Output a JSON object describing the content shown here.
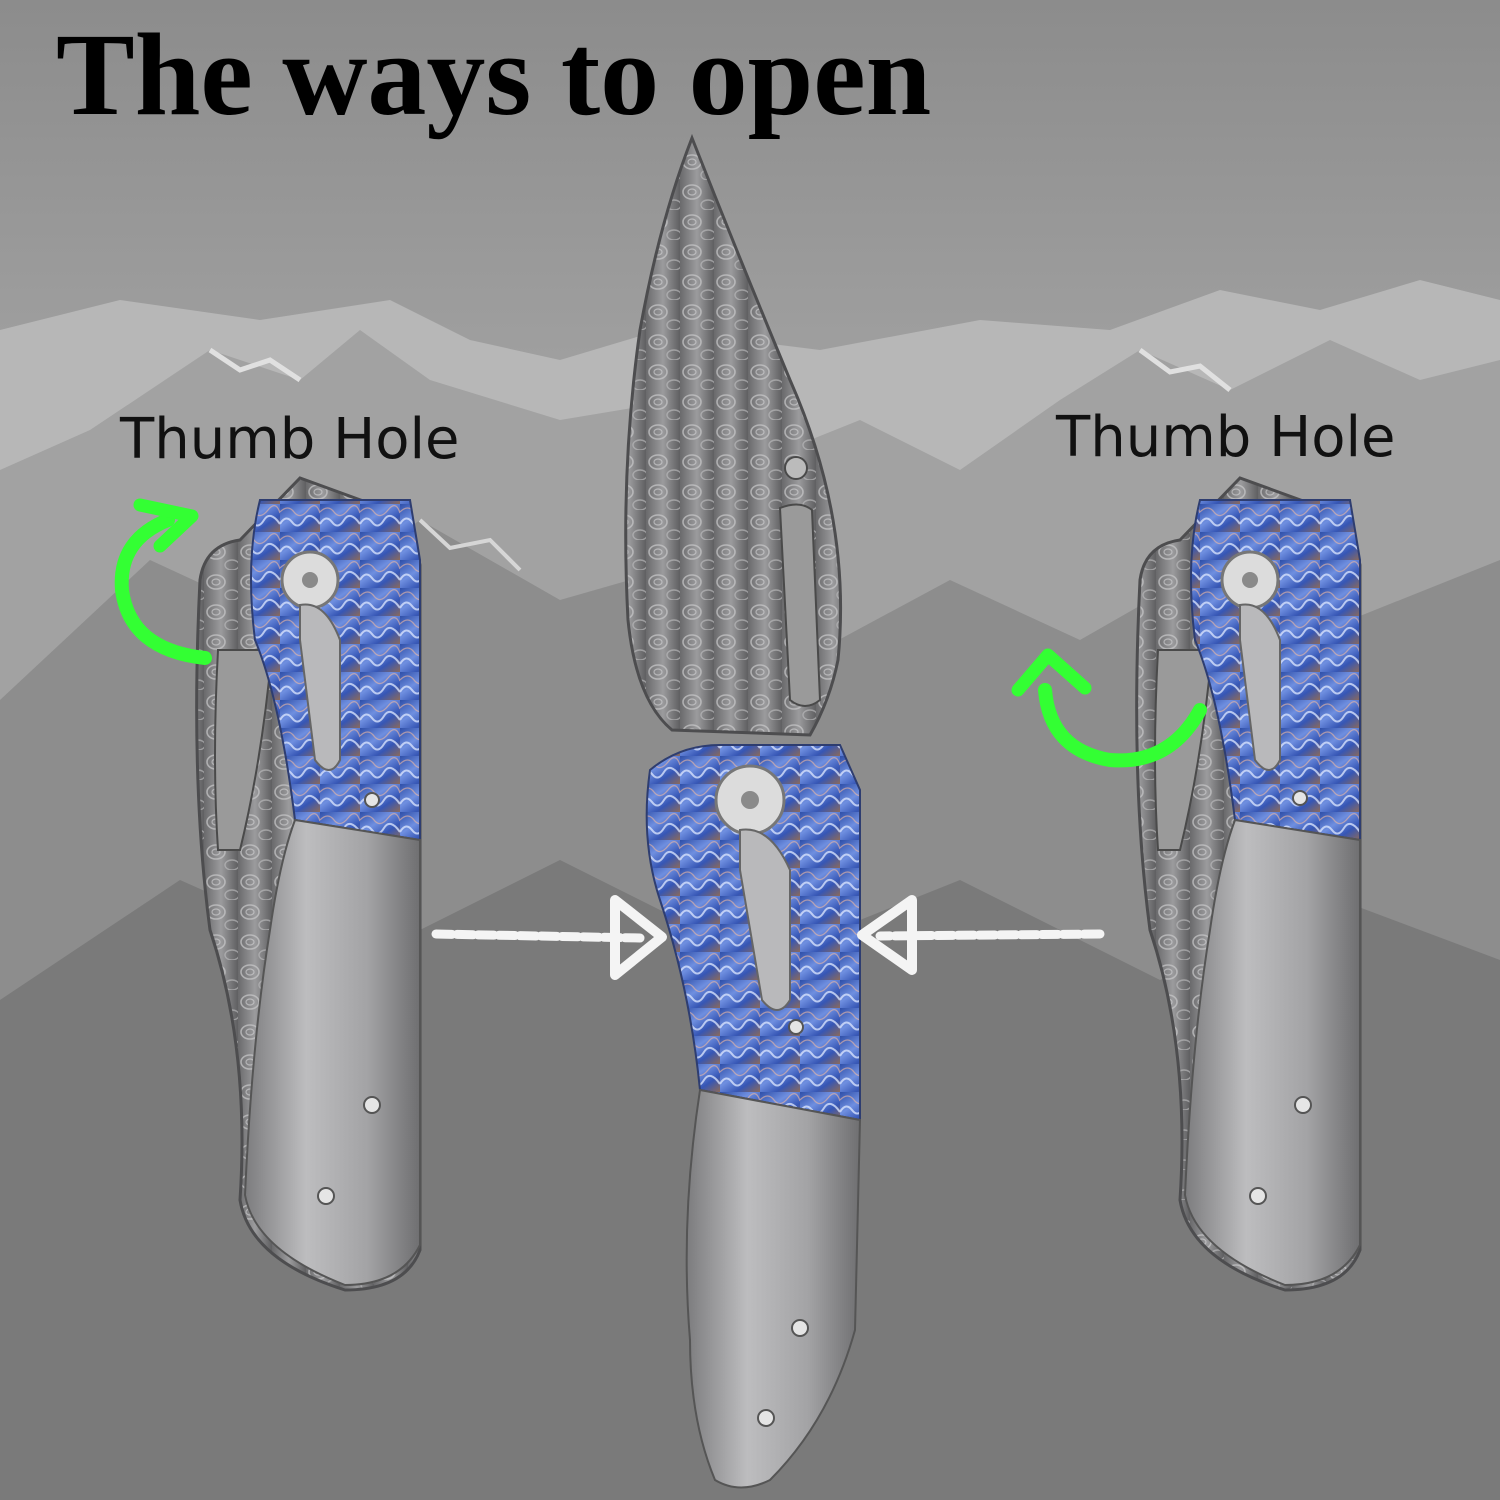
{
  "title": "The ways to open",
  "annotations": {
    "left_label": "Thumb Hole",
    "right_label": "Thumb Hole"
  },
  "colors": {
    "headline": "#000000",
    "rotation_arrow": "#33ff33",
    "push_arrow": "#ffffff",
    "handle_inlay": "#3a5fb8",
    "handle_steel": "#a9a9ab"
  },
  "icons": {
    "rotate_left": "curved-arrow-icon",
    "rotate_right": "curved-arrow-icon",
    "push_left": "arrow-right-icon",
    "push_right": "arrow-left-icon"
  }
}
